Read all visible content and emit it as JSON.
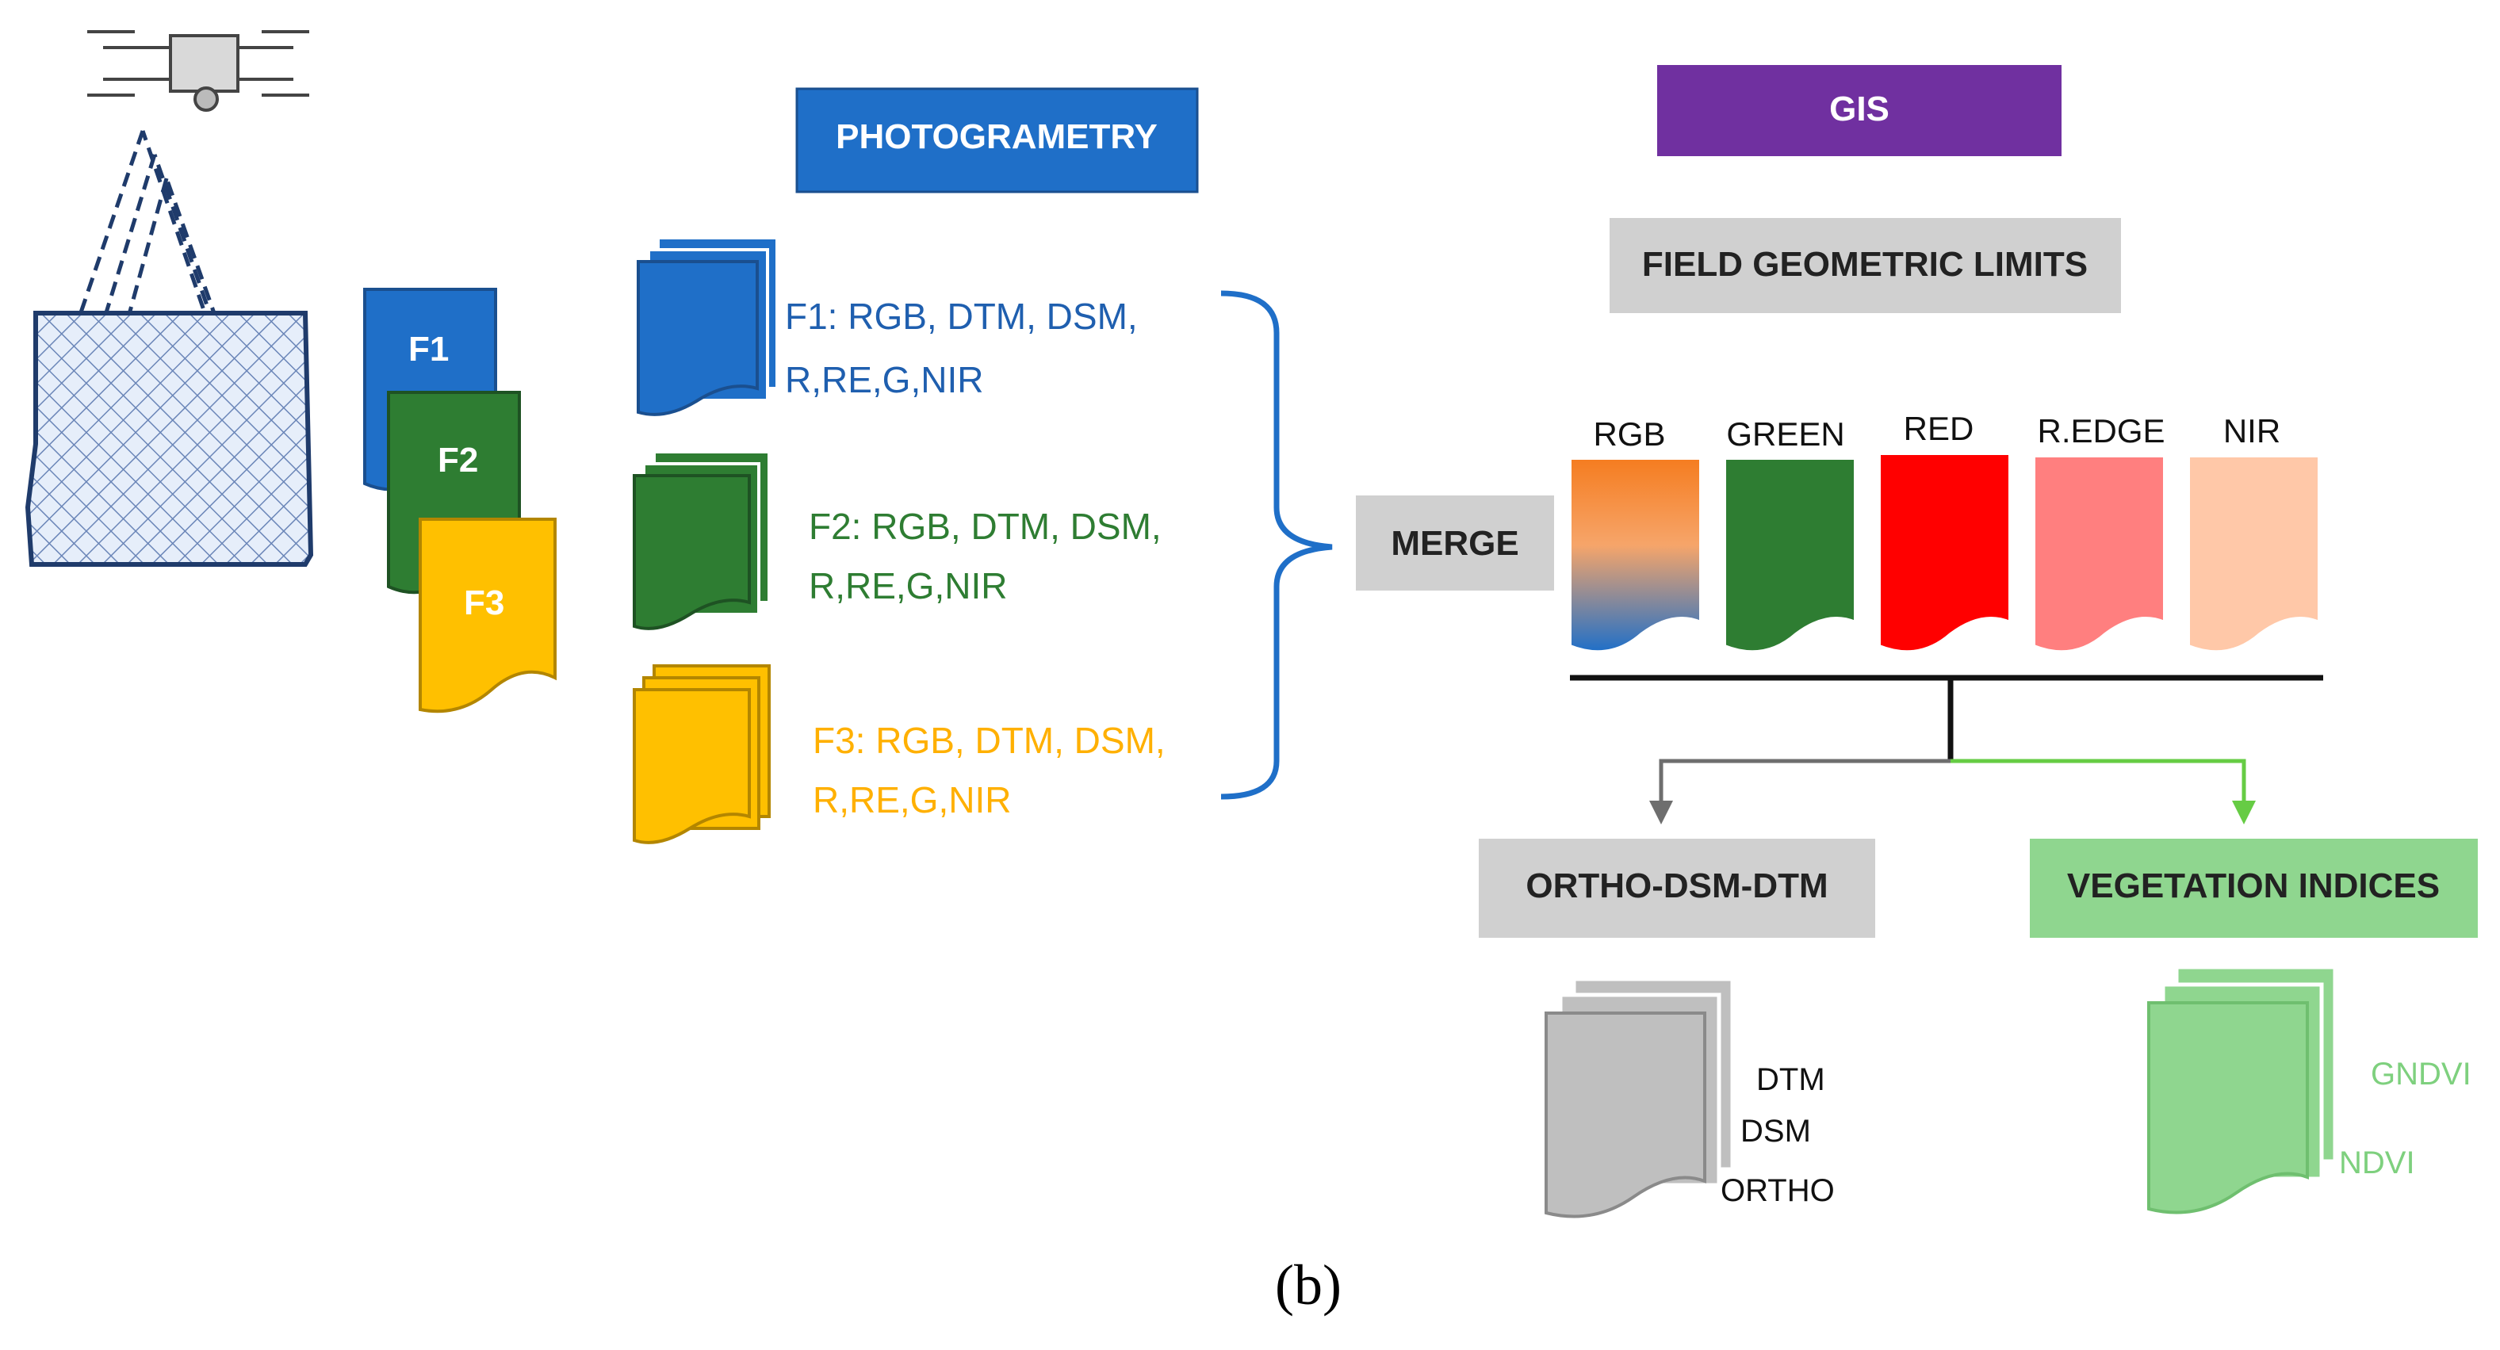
{
  "diagram": {
    "photogrammetry": "PHOTOGRAMETRY",
    "gis": "GIS",
    "field_limits": "FIELD GEOMETRIC LIMITS",
    "merge": "MERGE",
    "flights": [
      {
        "id": "F1",
        "line1": "F1: RGB, DTM, DSM,",
        "line2": "R,RE,G,NIR"
      },
      {
        "id": "F2",
        "line1": "F2: RGB, DTM, DSM,",
        "line2": "R,RE,G,NIR"
      },
      {
        "id": "F3",
        "line1": "F3: RGB, DTM, DSM,",
        "line2": "R,RE,G,NIR"
      }
    ],
    "bands": [
      "RGB",
      "GREEN",
      "RED",
      "R.EDGE",
      "NIR"
    ],
    "ortho_box": "ORTHO-DSM-DTM",
    "veg_box": "VEGETATION INDICES",
    "ortho_outputs": [
      "DTM",
      "DSM",
      "ORTHO"
    ],
    "veg_outputs": [
      "GNDVI",
      "NDVI"
    ]
  },
  "colors": {
    "blue": "#1F6FC8",
    "green": "#2E7D32",
    "yellow": "#FFC000",
    "purple": "#7030A0",
    "gray": "#D0D0D0",
    "light_green": "#8FD68F",
    "red": "#FF0000",
    "pink": "#FF7F7F",
    "peach": "#FFC8A8"
  },
  "caption": "(b)"
}
